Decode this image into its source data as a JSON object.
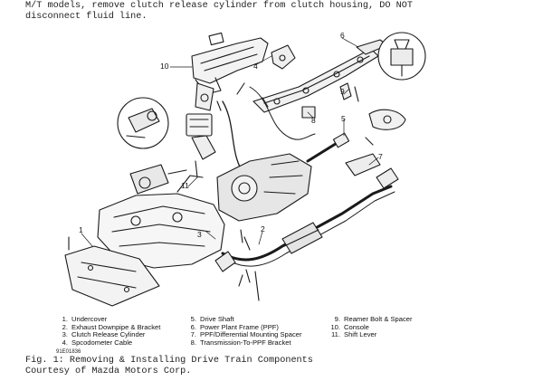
{
  "intro_text": "M/T models, remove clutch release cylinder from clutch housing, DO NOT\ndisconnect fluid line.",
  "callouts": [
    "1",
    "2",
    "3",
    "4",
    "5",
    "6",
    "7",
    "8",
    "9",
    "10",
    "11"
  ],
  "legend": {
    "col1": [
      {
        "num": "1.",
        "label": "Undercover"
      },
      {
        "num": "2.",
        "label": "Exhaust Downpipe & Bracket"
      },
      {
        "num": "3.",
        "label": "Clutch Release Cylinder"
      },
      {
        "num": "4.",
        "label": "Spcodometer Cable"
      }
    ],
    "col2": [
      {
        "num": "5.",
        "label": "Drive Shaft"
      },
      {
        "num": "6.",
        "label": "Power Plant Frame (PPF)"
      },
      {
        "num": "7.",
        "label": "PPF/Differential Mounting Spacer"
      },
      {
        "num": "8.",
        "label": "Transmission-To-PPF Bracket"
      }
    ],
    "col3": [
      {
        "num": "9.",
        "label": "Reamer Bolt & Spacer"
      },
      {
        "num": "10.",
        "label": "Console"
      },
      {
        "num": "11.",
        "label": "Shift Lever"
      }
    ]
  },
  "drawing_code": "91E01836",
  "caption": {
    "line1": "Fig. 1:  Removing & Installing Drive Train Components",
    "line2": "Courtesy of Mazda Motors Corp."
  }
}
